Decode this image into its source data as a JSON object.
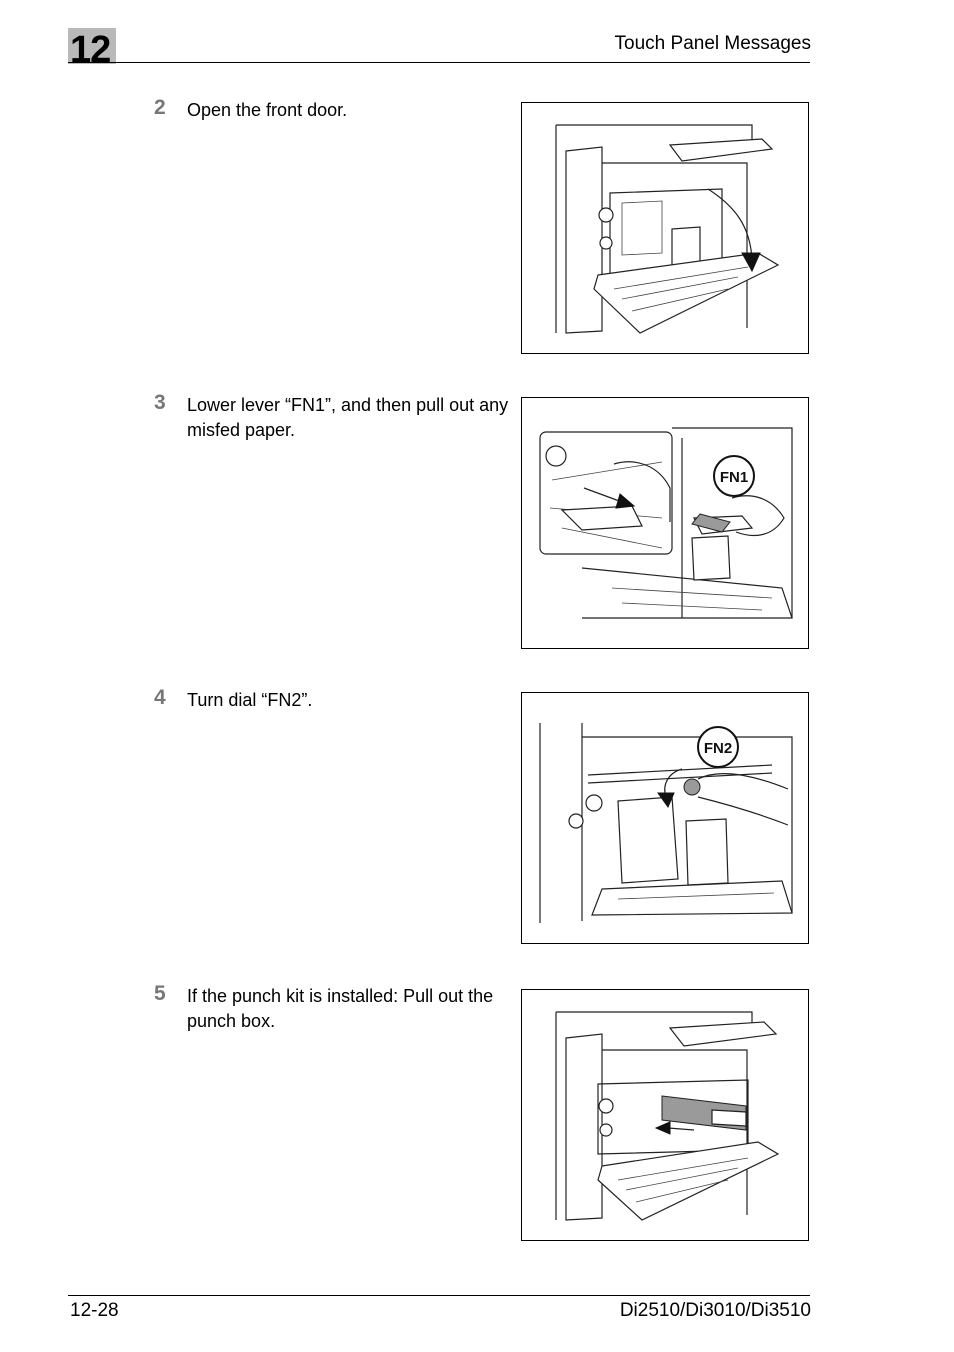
{
  "header": {
    "chapter": "12",
    "title": "Touch Panel Messages"
  },
  "steps": [
    {
      "number": "2",
      "text": "Open the front door."
    },
    {
      "number": "3",
      "text": "Lower lever “FN1”, and then pull out any misfed paper."
    },
    {
      "number": "4",
      "text": "Turn dial “FN2”."
    },
    {
      "number": "5",
      "text": "If the punch kit is installed: Pull out the punch box."
    }
  ],
  "figures": {
    "fn1_label": "FN1",
    "fn2_label": "FN2"
  },
  "footer": {
    "page": "12-28",
    "model": "Di2510/Di3010/Di3510"
  }
}
